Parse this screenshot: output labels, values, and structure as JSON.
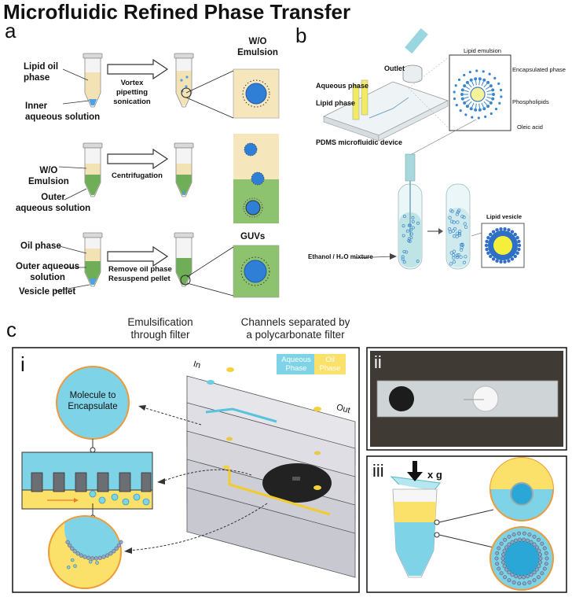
{
  "title": "Microfluidic Refined Phase Transfer",
  "panels": {
    "a": "a",
    "b": "b",
    "c": "c"
  },
  "panel_a": {
    "row1": {
      "label_top": "Lipid oil\nphase",
      "label_bottom": "Inner\naqueous solution",
      "step": "Vortex\npipetting\nsonication",
      "result": "W/O\nEmulsion"
    },
    "row2": {
      "label_top": "W/O\nEmulsion",
      "label_bottom": "Outer\naqueous solution",
      "step": "Centrifugation"
    },
    "row3": {
      "label_oil": "Oil phase",
      "label_aq": "Outer aqueous\nsolution",
      "label_pellet": "Vesicle pellet",
      "step": "Remove oil phase\nResuspend pellet",
      "result": "GUVs"
    }
  },
  "panel_b": {
    "outlet": "Outlet",
    "aqueous": "Aqueous phase",
    "lipid": "Lipid phase",
    "device": "PDMS microfluidic device",
    "emulsion": "Lipid emulsion",
    "encapsulated": "Encapsulated phase",
    "phospholipids": "Phospholipids",
    "oleic": "Oleic acid",
    "vesicle": "Lipid vesicle",
    "ethanol": "Ethanol / H₂O mixture"
  },
  "panel_c": {
    "caption_left": "Emulsification\nthrough filter",
    "caption_right": "Channels separated by\na polycarbonate filter",
    "sub_i": "i",
    "sub_ii": "ii",
    "sub_iii": "iii",
    "molecule": "Molecule to\nEncapsulate",
    "legend_aqueous": "Aqueous\nPhase",
    "legend_oil": "Oil\nPhase",
    "in": "In",
    "out": "Out",
    "force": "x g"
  },
  "colors": {
    "aqueous": "#7fd3e6",
    "oil": "#fbe06a",
    "green": "#8dc26f",
    "tube_yellow": "#f3e3b4",
    "blue": "#2f7fd6"
  }
}
